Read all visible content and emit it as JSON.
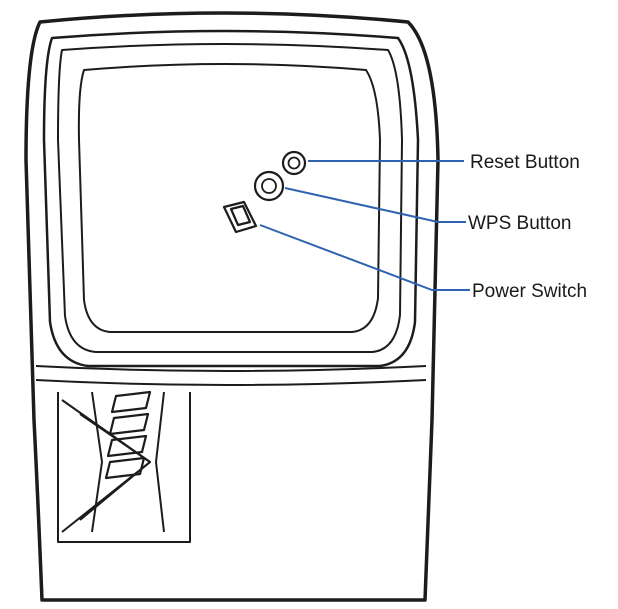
{
  "callouts": {
    "reset_button": "Reset Button",
    "wps_button": "WPS Button",
    "power_switch": "Power Switch"
  },
  "colors": {
    "outline": "#1c1c1c",
    "leader_line": "#2f63b0",
    "background": "#ffffff"
  }
}
